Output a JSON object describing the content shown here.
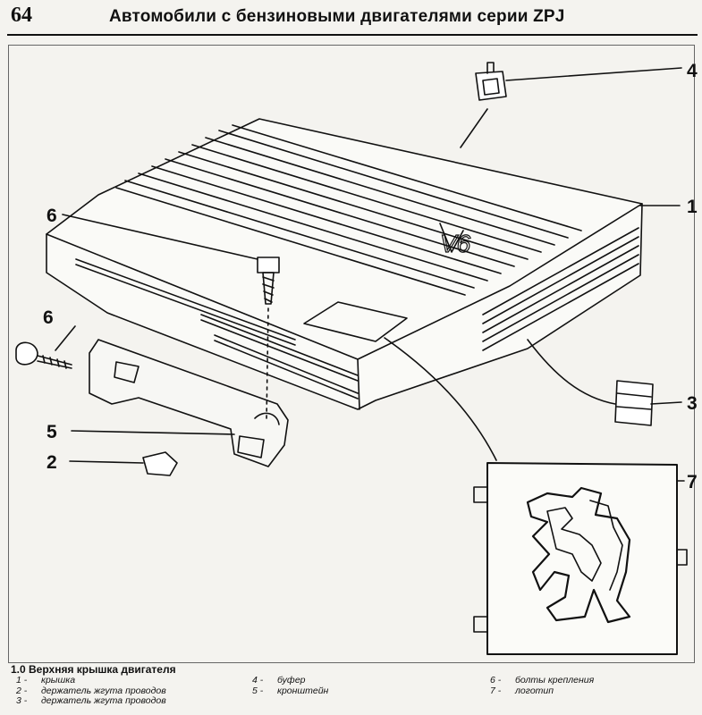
{
  "page": {
    "number": "64",
    "header": "Автомобили с бензиновыми двигателями серии ZPJ"
  },
  "figure": {
    "emblem_text": "V6",
    "callouts": [
      "1",
      "2",
      "3",
      "4",
      "5",
      "6",
      "6",
      "7"
    ]
  },
  "caption": {
    "title": "1.0 Верхняя крышка двигателя",
    "legend": [
      {
        "num": "1 -",
        "text": "крышка"
      },
      {
        "num": "2 -",
        "text": "держатель жгута проводов"
      },
      {
        "num": "3 -",
        "text": "держатель жгута проводов"
      },
      {
        "num": "4 -",
        "text": "буфер"
      },
      {
        "num": "5 -",
        "text": "кронштейн"
      },
      {
        "num": "6 -",
        "text": "болты крепления"
      },
      {
        "num": "7 -",
        "text": "логотип"
      }
    ]
  }
}
